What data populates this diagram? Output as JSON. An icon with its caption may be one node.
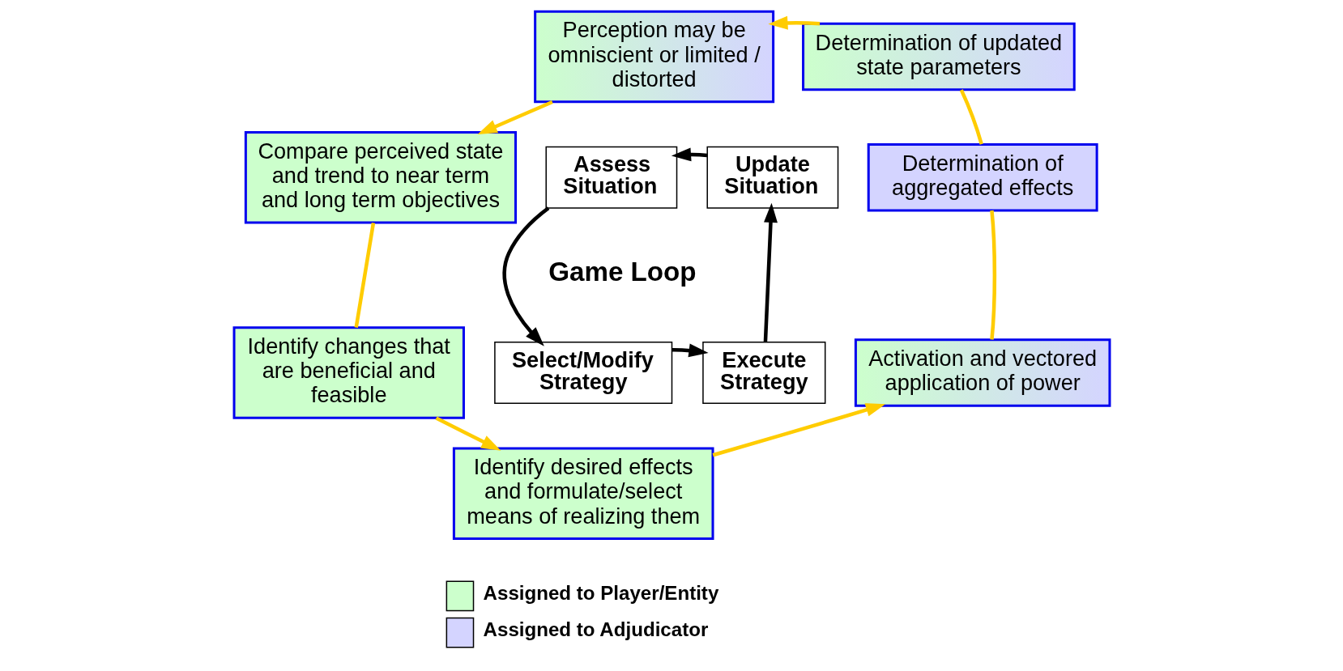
{
  "diagram": {
    "nodes": [
      {
        "text": [
          "Perception may be omniscient or limited / distorted"
        ]
      },
      {
        "text": [
          "Determination of updated state parameters"
        ]
      },
      {
        "text": [
          "Compare perceived state and trend to near term and long term objectives"
        ]
      },
      {
        "text": [
          "Assess Situation"
        ]
      },
      {
        "text": [
          "Update Situation"
        ]
      },
      {
        "text": [
          "Determination of aggregated effects"
        ]
      },
      {
        "text": [
          "Select/Modify Strategy"
        ]
      },
      {
        "text": [
          "Execute Strategy"
        ]
      },
      {
        "text": [
          "Identify changes that are beneficial and feasible"
        ]
      },
      {
        "text": [
          "Activation and vectored application of power"
        ]
      },
      {
        "text": [
          "Identify desired effects and formulate/select means of realizing them"
        ]
      }
    ],
    "edges": [
      {
        "from": 0,
        "to": 2,
        "arrow": "to"
      },
      {
        "from": 2,
        "to": 8,
        "arrow": "none"
      },
      {
        "from": 8,
        "to": 10,
        "arrow": "to"
      },
      {
        "from": 10,
        "to": 9,
        "arrow": "to"
      },
      {
        "from": 9,
        "to": 5,
        "arrow": "none"
      },
      {
        "from": 5,
        "to": 1,
        "arrow": "none"
      },
      {
        "from": 1,
        "to": 0,
        "arrow": "to"
      },
      {
        "from": 3,
        "to": 6,
        "arrow": "to",
        "color": "#000000"
      },
      {
        "from": 6,
        "to": 7,
        "arrow": "to",
        "color": "#000000"
      },
      {
        "from": 7,
        "to": 4,
        "arrow": "to",
        "color": "#000000"
      },
      {
        "from": 4,
        "to": 3,
        "arrow": "to",
        "color": "#000000"
      }
    ],
    "labels": [
      "Game Loop"
    ],
    "legend": [
      {
        "text": "Assigned to Player/Entity",
        "color": "#ccffcc"
      },
      {
        "text": "Assigned to Adjudicator",
        "color": "#d4d4ff"
      }
    ]
  }
}
